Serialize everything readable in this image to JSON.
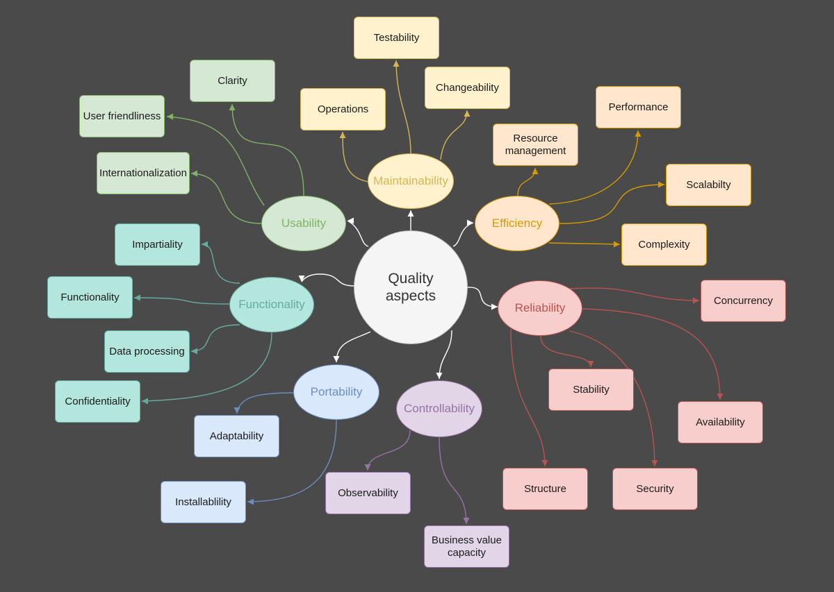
{
  "center": {
    "label": "Quality aspects"
  },
  "categories": {
    "usability": "Usability",
    "maintainability": "Maintainability",
    "efficiency": "Efficiency",
    "functionality": "Functionality",
    "reliability": "Reliability",
    "portability": "Portability",
    "controllability": "Controllability"
  },
  "leaves": {
    "clarity": "Clarity",
    "user_friendliness": "User friendliness",
    "internationalization": "Internationalization",
    "testability": "Testability",
    "changeability": "Changeability",
    "operations": "Operations",
    "resource_management": "Resource management",
    "performance": "Performance",
    "scalability": "Scalabilty",
    "complexity": "Complexity",
    "impartiality": "Impartiality",
    "functionality": "Functionality",
    "data_processing": "Data processing",
    "confidentiality": "Confidentiality",
    "concurrency": "Concurrency",
    "stability": "Stability",
    "availability": "Availability",
    "structure": "Structure",
    "security": "Security",
    "adaptability": "Adaptability",
    "installability": "Installablility",
    "observability": "Observability",
    "business_value_capacity": "Business value capacity"
  },
  "colors": {
    "background": "#4a4a4a",
    "center_arrows": "#ffffff",
    "usability": "#82b366",
    "maintainability": "#d6b656",
    "efficiency": "#d79b00",
    "functionality": "#67ab9f",
    "reliability": "#b85450",
    "portability": "#6c8ebf",
    "controllability": "#9673a6"
  }
}
